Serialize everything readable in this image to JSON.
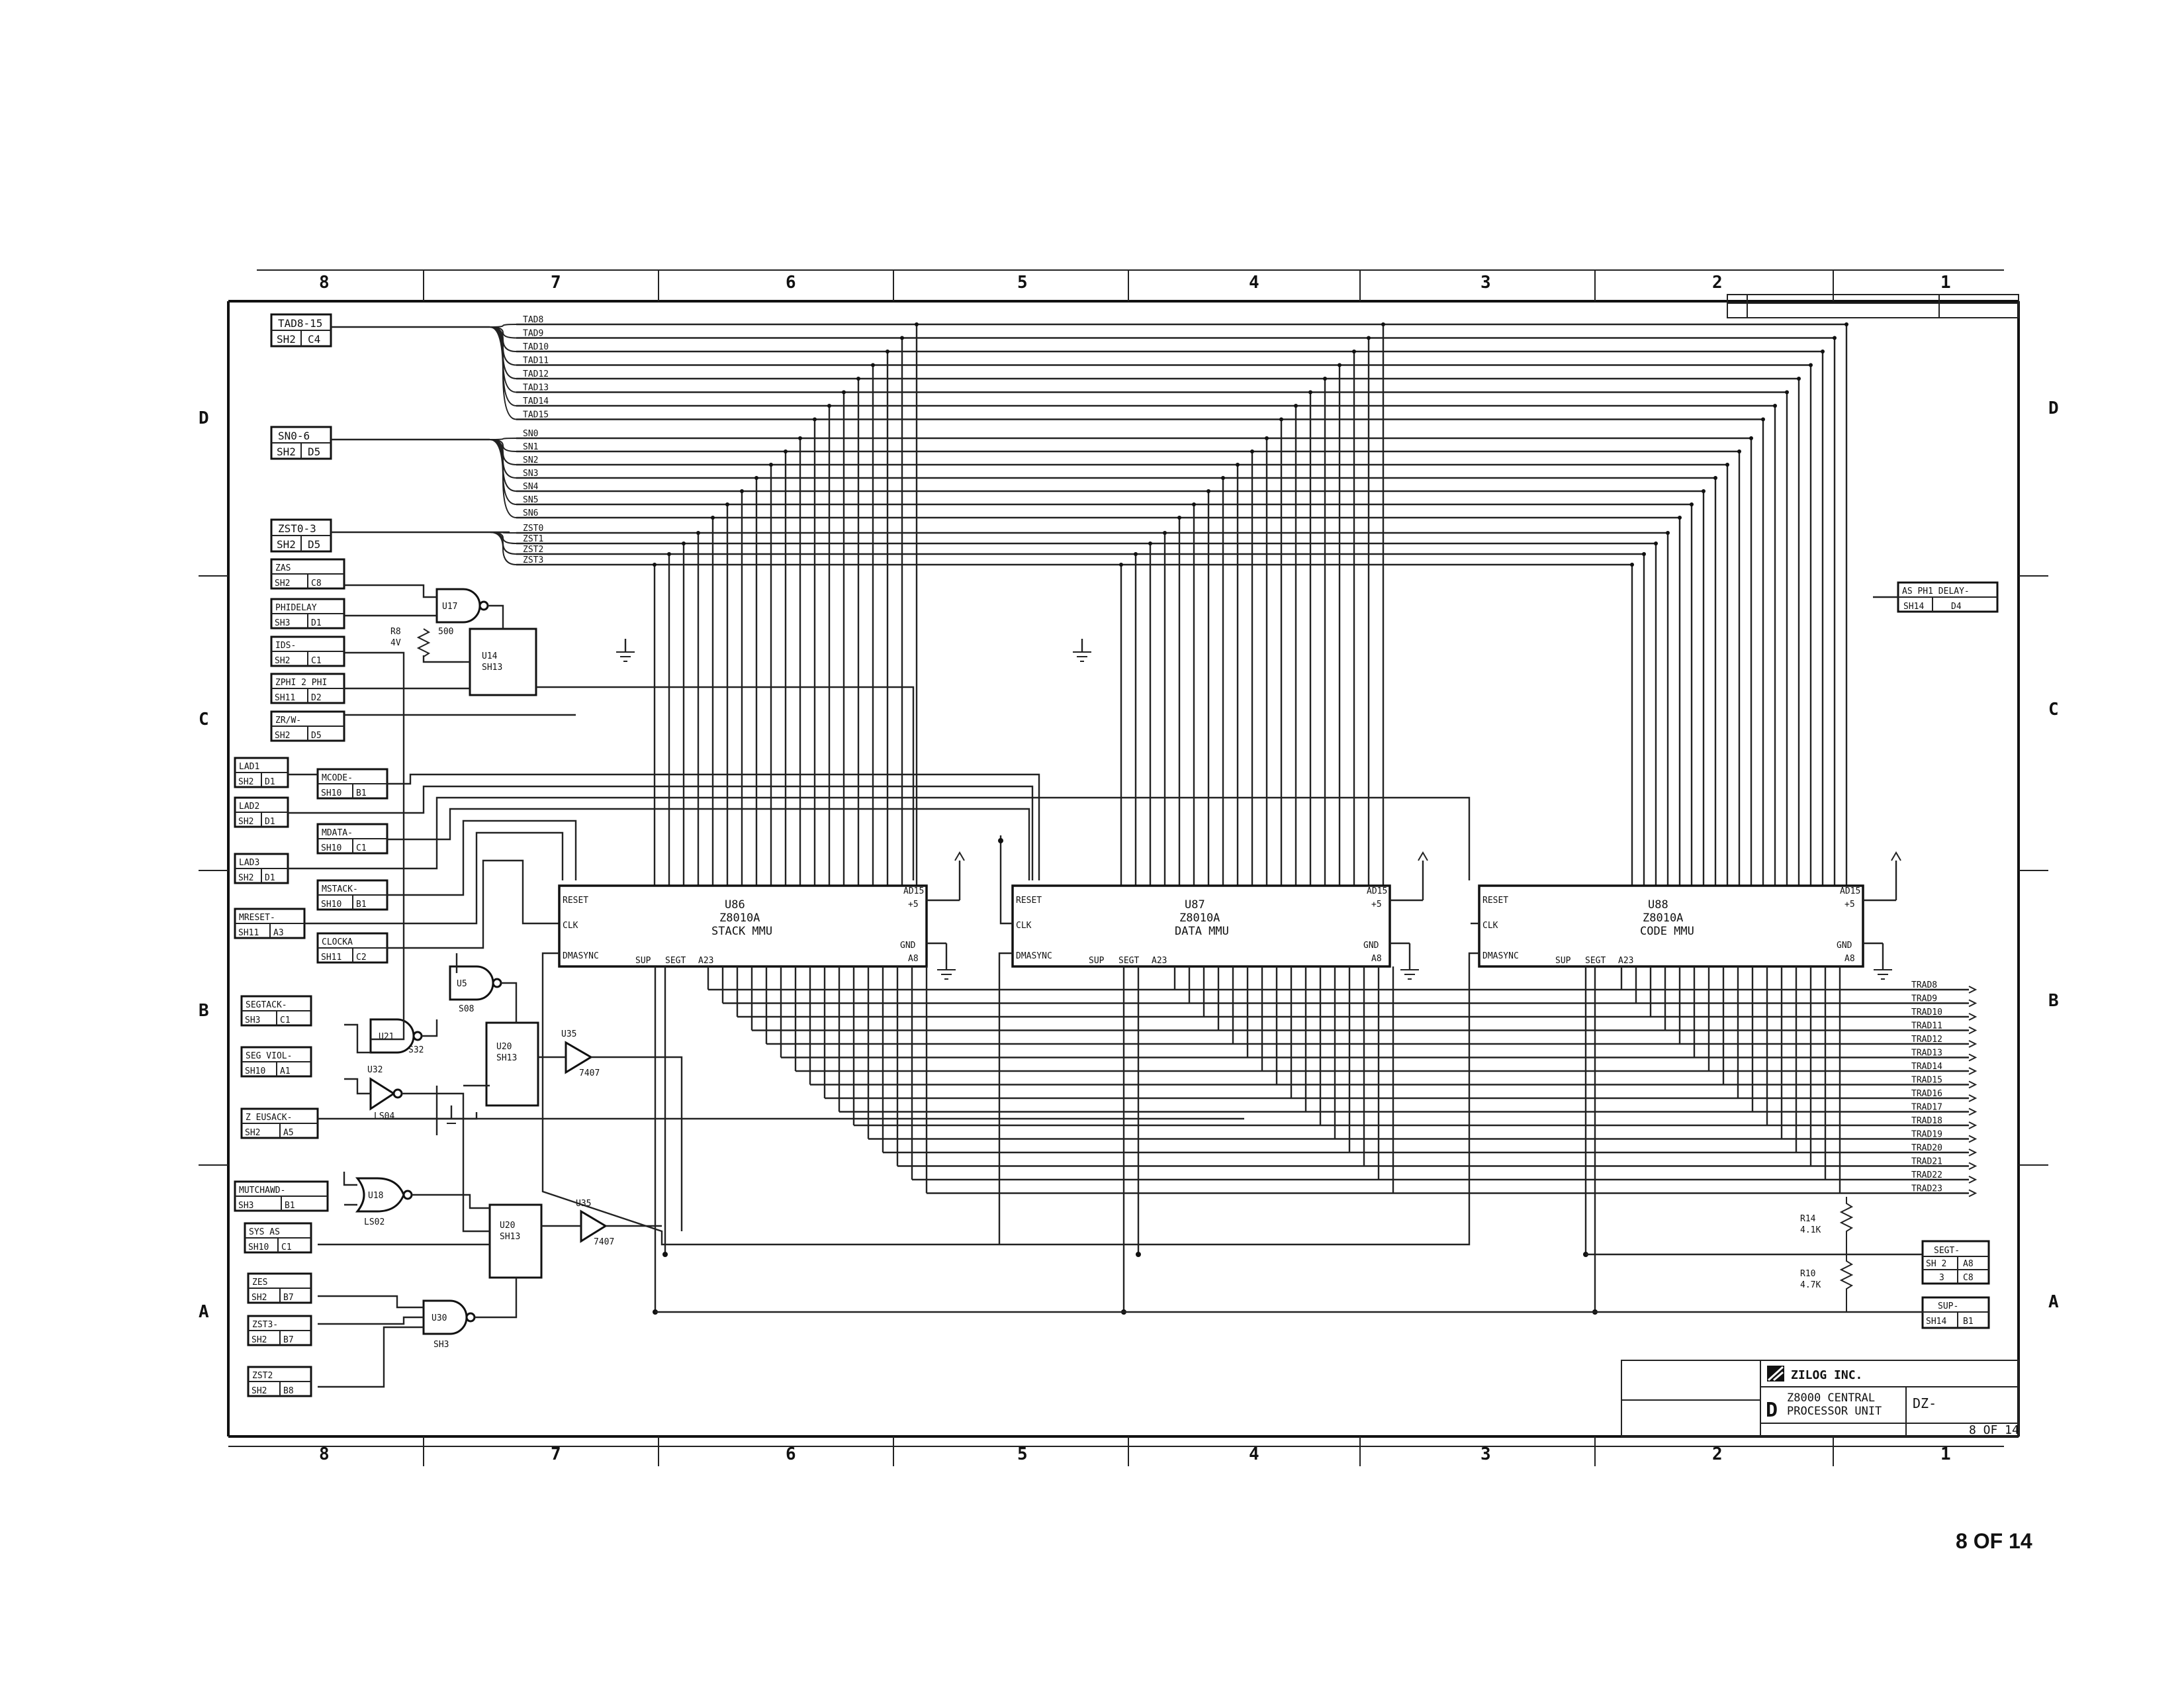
{
  "zones": {
    "columns_top": [
      "8",
      "7",
      "6",
      "5",
      "4",
      "3",
      "2",
      "1"
    ],
    "columns_bottom": [
      "8",
      "7",
      "6",
      "5",
      "4",
      "3",
      "2",
      "1"
    ],
    "rows_left": [
      "D",
      "C",
      "B",
      "A"
    ],
    "rows_right": [
      "D",
      "C",
      "B",
      "A"
    ]
  },
  "signal_groups": [
    {
      "name": "TAD8-15",
      "ref": [
        "SH2",
        "C4"
      ],
      "nets": [
        "TAD8",
        "TAD9",
        "TAD10",
        "TAD11",
        "TAD12",
        "TAD13",
        "TAD14",
        "TAD15"
      ]
    },
    {
      "name": "SN0-6",
      "ref": [
        "SH2",
        "D5"
      ],
      "nets": [
        "SN0",
        "SN1",
        "SN2",
        "SN3",
        "SN4",
        "SN5",
        "SN6"
      ]
    },
    {
      "name": "ZST0-3",
      "ref": [
        "SH2",
        "D5"
      ],
      "nets": [
        "ZST0",
        "ZST1",
        "ZST2",
        "ZST3"
      ]
    }
  ],
  "input_connectors": [
    {
      "id": "i-as",
      "name": "ZAS",
      "ref": [
        "SH2",
        "C8"
      ]
    },
    {
      "id": "i-phdelay",
      "name": "PHIDELAY",
      "ref": [
        "SH3",
        "D1"
      ]
    },
    {
      "id": "i-ids",
      "name": "IDS-",
      "ref": [
        "SH2",
        "C1"
      ]
    },
    {
      "id": "i-phi",
      "name": "ZPHI 2 PHI",
      "ref": [
        "SH11",
        "D2"
      ]
    },
    {
      "id": "i-zrw",
      "name": "ZR/W-",
      "ref": [
        "SH2",
        "D5"
      ]
    },
    {
      "id": "i-lad1",
      "name": "LAD1",
      "ref": [
        "SH2",
        "D1"
      ]
    },
    {
      "id": "i-lad2",
      "name": "LAD2",
      "ref": [
        "SH2",
        "D1"
      ]
    },
    {
      "id": "i-lad3",
      "name": "LAD3",
      "ref": [
        "SH2",
        "D1"
      ]
    },
    {
      "id": "i-mreset",
      "name": "MRESET-",
      "ref": [
        "SH11",
        "A3"
      ]
    },
    {
      "id": "i-mcode",
      "name": "MCODE-",
      "ref": [
        "SH10",
        "B1"
      ]
    },
    {
      "id": "i-mdata",
      "name": "MDATA-",
      "ref": [
        "SH10",
        "C1"
      ]
    },
    {
      "id": "i-mstack",
      "name": "MSTACK-",
      "ref": [
        "SH10",
        "B1"
      ]
    },
    {
      "id": "i-clocka",
      "name": "CLOCKA",
      "ref": [
        "SH11",
        "C2"
      ]
    },
    {
      "id": "i-segtack",
      "name": "SEGTACK-",
      "ref": [
        "SH3",
        "C1"
      ]
    },
    {
      "id": "i-segviol",
      "name": "SEG VIOL-",
      "ref": [
        "SH10",
        "A1"
      ]
    },
    {
      "id": "i-eusack",
      "name": "Z EUSACK-",
      "ref": [
        "SH2",
        "A5"
      ]
    },
    {
      "id": "i-mutchawd",
      "name": "MUTCHAWD-",
      "ref": [
        "SH3",
        "B1"
      ]
    },
    {
      "id": "i-sysas",
      "name": "SYS AS",
      "ref": [
        "SH10",
        "C1"
      ]
    },
    {
      "id": "i-zes",
      "name": "ZES",
      "ref": [
        "SH2",
        "B7"
      ]
    },
    {
      "id": "i-zst3",
      "name": "ZST3-",
      "ref": [
        "SH2",
        "B7"
      ]
    },
    {
      "id": "i-zst2",
      "name": "ZST2",
      "ref": [
        "SH2",
        "B8"
      ]
    }
  ],
  "output_connectors": [
    {
      "id": "o-as",
      "name": "AS PH1 DELAY-",
      "ref": [
        "SH14",
        "D4"
      ]
    },
    {
      "id": "o-segt",
      "name": "SEGT-",
      "ref": [
        "SH 2",
        "3",
        "A8",
        "C8"
      ]
    },
    {
      "id": "o-sup",
      "name": "SUP-",
      "ref": [
        "SH14",
        "B1"
      ]
    }
  ],
  "chips": [
    {
      "id": "u86",
      "ref": "U86",
      "part": "Z8010A",
      "function": "STACK MMU"
    },
    {
      "id": "u87",
      "ref": "U87",
      "part": "Z8010A",
      "function": "DATA MMU"
    },
    {
      "id": "u88",
      "ref": "U88",
      "part": "Z8010A",
      "function": "CODE MMU"
    }
  ],
  "chip_pins": {
    "reset": "RESET",
    "clk": "CLK",
    "dmasync": "DMASYNC",
    "plus5": "+5",
    "gnd": "GND",
    "sup": "SUP",
    "segt": "SEGT",
    "a8": "A8",
    "a23": "A23",
    "ad15": "AD15"
  },
  "gates": [
    {
      "id": "u17",
      "ref": "U17",
      "note": "500"
    },
    {
      "id": "u14",
      "ref": "U14",
      "sheet": "SH13"
    },
    {
      "id": "u5",
      "ref": "U5",
      "note": "S08"
    },
    {
      "id": "u21",
      "ref": "U21",
      "note": "S32"
    },
    {
      "id": "u20a",
      "ref": "U20",
      "sheet": "SH13"
    },
    {
      "id": "u35a",
      "ref": "U35",
      "note": "7407"
    },
    {
      "id": "u32",
      "ref": "U32",
      "note": "LS04"
    },
    {
      "id": "u18",
      "ref": "U18",
      "note": "LS02"
    },
    {
      "id": "u20b",
      "ref": "U20",
      "sheet": "SH13"
    },
    {
      "id": "u35b",
      "ref": "U35",
      "note": "7407"
    },
    {
      "id": "u30",
      "ref": "U30",
      "sheet": "SH3"
    }
  ],
  "resistors": [
    {
      "id": "r8",
      "ref": "R8",
      "note": "4V"
    },
    {
      "id": "r14",
      "ref": "R14",
      "value": "4.1K"
    },
    {
      "id": "r10",
      "ref": "R10",
      "value": "4.7K"
    }
  ],
  "trad_bus": [
    "TRAD8",
    "TRAD9",
    "TRAD10",
    "TRAD11",
    "TRAD12",
    "TRAD13",
    "TRAD14",
    "TRAD15",
    "TRAD16",
    "TRAD17",
    "TRAD18",
    "TRAD19",
    "TRAD20",
    "TRAD21",
    "TRAD22",
    "TRAD23"
  ],
  "title_block": {
    "company": "ZILOG INC.",
    "title_line1": "Z8000 CENTRAL",
    "title_line2": "PROCESSOR UNIT",
    "size": "D",
    "dwg": "DZ-",
    "sheet": "8 OF 14"
  },
  "footer": {
    "page": "8 OF 14"
  }
}
